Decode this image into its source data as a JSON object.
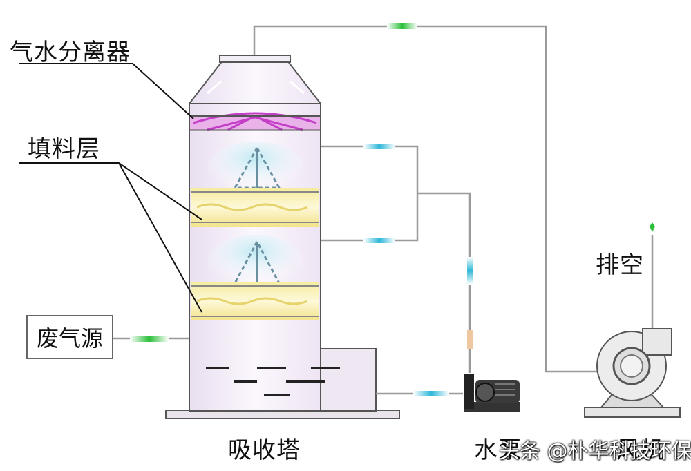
{
  "labels": {
    "separator": "气水分离器",
    "packing": "填料层",
    "exhaust": "排空",
    "source": "废气源",
    "tower": "吸收塔",
    "pump": "水泵",
    "fan": "风机"
  },
  "watermark": "头条 @朴华科技环保",
  "colors": {
    "pipe": "#9a9a9a",
    "water_flow": "#2fb8d8",
    "gas_flow": "#2bbf3a",
    "packing": "#f3e79a",
    "separator": "#c43ec8"
  }
}
